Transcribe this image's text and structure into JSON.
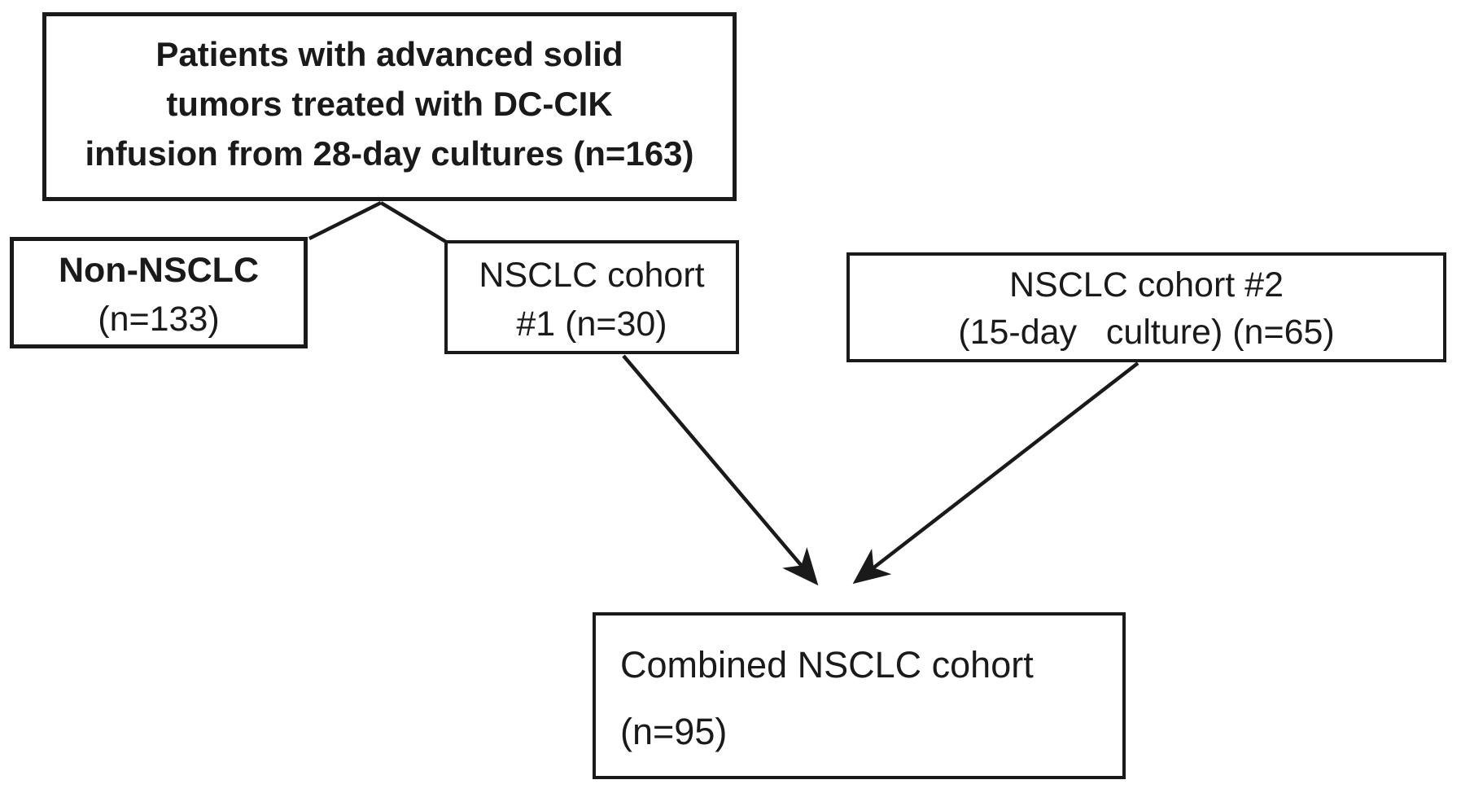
{
  "diagram": {
    "type": "flowchart",
    "background": "#ffffff",
    "line_color": "#1a1a1a",
    "nodes": {
      "root": {
        "lines": [
          "Patients with advanced solid",
          "tumors treated with DC-CIK",
          "infusion from 28-day cultures (n=163)"
        ]
      },
      "non_nsclc": {
        "lines": [
          "Non-NSCLC",
          "(n=133)"
        ]
      },
      "cohort1": {
        "lines": [
          "NSCLC cohort",
          "#1 (n=30)"
        ]
      },
      "cohort2": {
        "lines": [
          "NSCLC cohort #2",
          "(15-day   culture) (n=65)"
        ]
      },
      "combined": {
        "lines": [
          "Combined NSCLC cohort",
          "(n=95)"
        ]
      }
    },
    "edges": [
      {
        "from": "root",
        "to": "non_nsclc",
        "style": "plain-line"
      },
      {
        "from": "root",
        "to": "cohort1",
        "style": "plain-line"
      },
      {
        "from": "cohort1",
        "to": "combined",
        "style": "arrow"
      },
      {
        "from": "cohort2",
        "to": "combined",
        "style": "arrow"
      }
    ]
  }
}
